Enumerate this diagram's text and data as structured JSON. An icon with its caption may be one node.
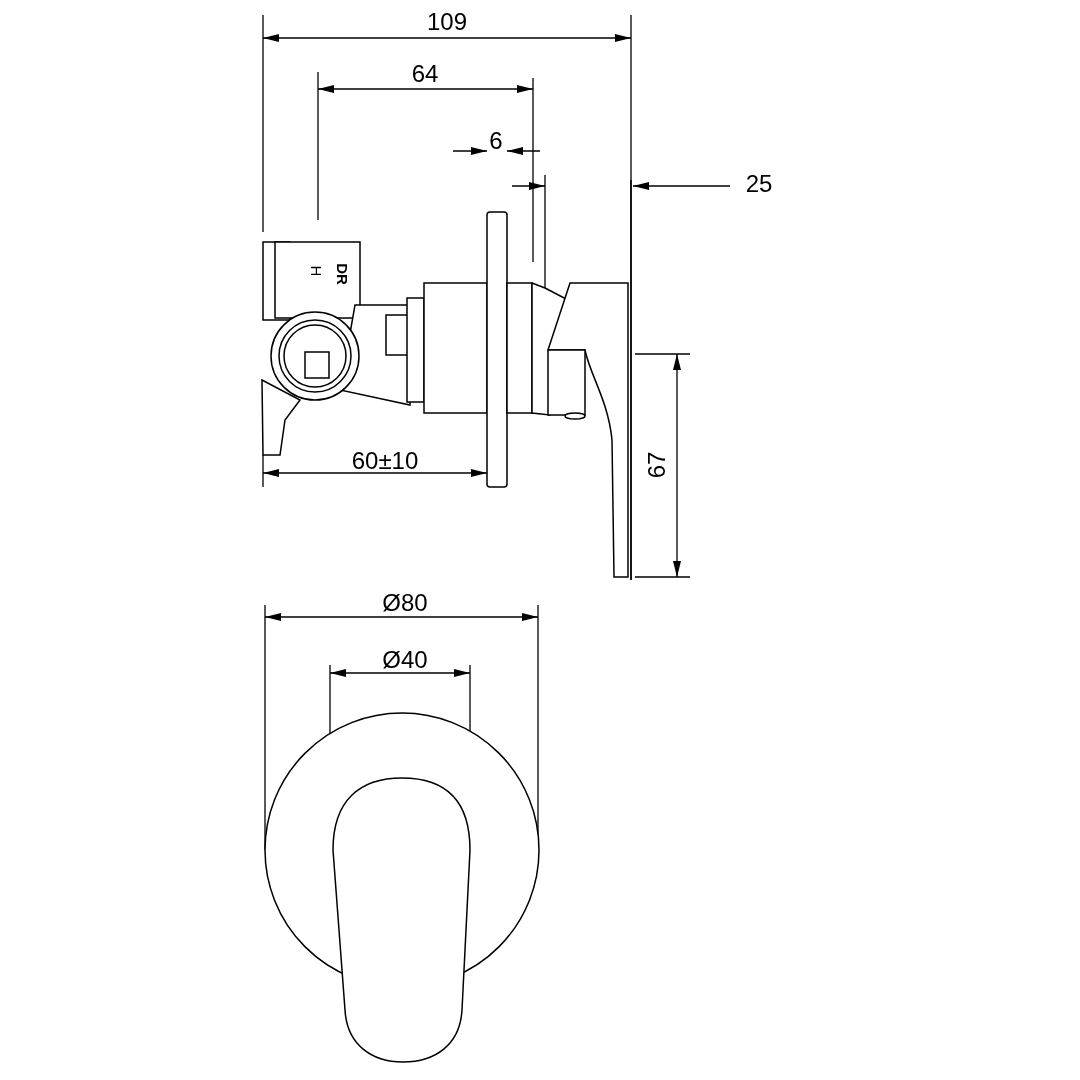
{
  "diagram": {
    "labels": [
      "109",
      "64",
      "6",
      "25",
      "H",
      "DR",
      "67",
      "60±10",
      "Ø80",
      "Ø40"
    ]
  }
}
